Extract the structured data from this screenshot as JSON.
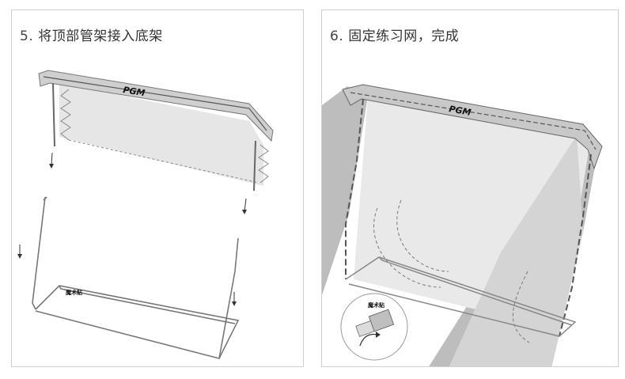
{
  "steps": [
    {
      "number": "5.",
      "title": "将顶部管架接入底架",
      "brand": "PGM",
      "velcro_label": "魔术贴"
    },
    {
      "number": "6.",
      "title": "固定练习网，完成",
      "brand": "PGM",
      "velcro_label": "魔术贴"
    }
  ]
}
